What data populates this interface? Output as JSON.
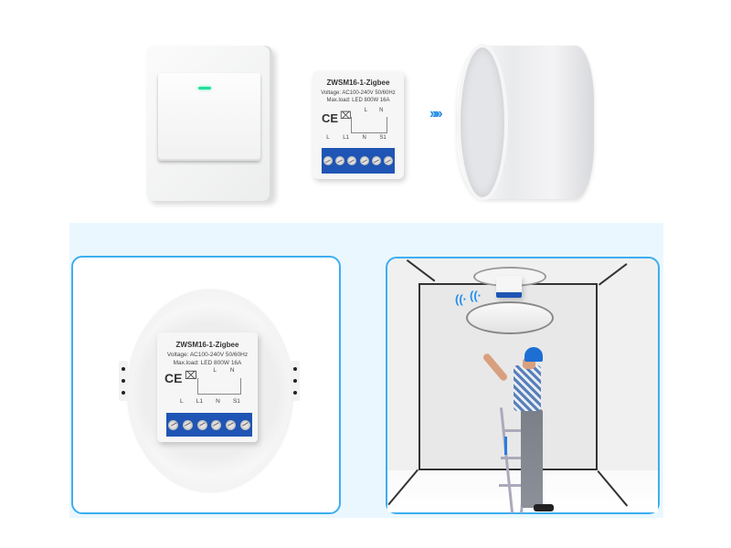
{
  "top_row": {
    "wall_switch": {
      "indicator_color": "#22e09a"
    },
    "module": {
      "model": "ZWSM16-1-Zigbee",
      "voltage": "Voltage: AC100-240V 50/60Hz",
      "max_load": "Max.load: LED 800W 16A",
      "cert_mark": "CE",
      "wiring_top": [
        "L",
        "N"
      ],
      "terminals": [
        "L",
        "L1",
        "N",
        "S1"
      ],
      "terminal_color": "#1f55b4"
    },
    "arrow_icon": "»»»",
    "arrow_color": "#2a8ee6"
  },
  "bottom_panel": {
    "background": "#eaf7fe",
    "border_color": "#3daef0",
    "left_card": {
      "module": {
        "model": "ZWSM16-1-Zigbee",
        "voltage": "Voltage: AC100-240V 50/60Hz",
        "max_load": "Max.load: LED 800W 16A",
        "cert_mark": "CE",
        "wiring_top": [
          "L",
          "N"
        ],
        "terminals": [
          "L",
          "L1",
          "N",
          "S1"
        ]
      }
    },
    "right_card": {
      "wifi_icon": "((·",
      "wifi_icon_right": "((·"
    }
  }
}
